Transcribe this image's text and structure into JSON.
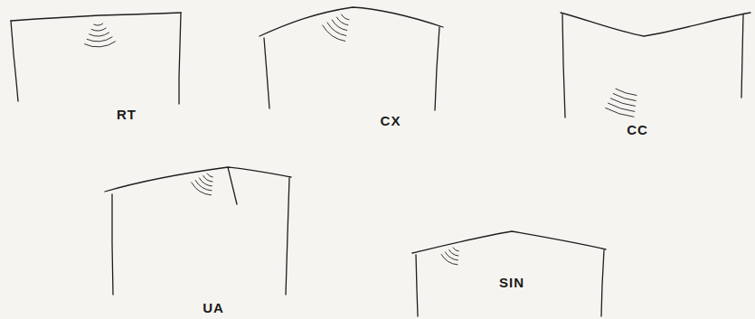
{
  "diagram": {
    "labels": [
      "RT",
      "CX",
      "CC",
      "UA",
      "SIN"
    ]
  }
}
